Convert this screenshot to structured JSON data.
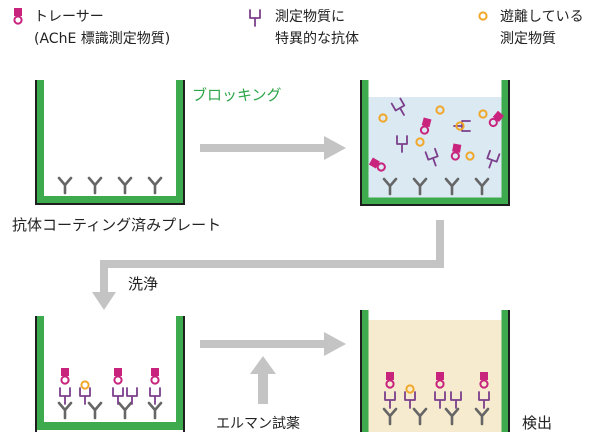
{
  "legend": {
    "tracer": {
      "line1": "トレーサー",
      "line2": "(AChE 標識測定物質)"
    },
    "antibody": {
      "line1": "測定物質に",
      "line2": "特異的な抗体"
    },
    "free_analyte": {
      "line1": "遊離している",
      "line2": "測定物質"
    }
  },
  "labels": {
    "blocking": "ブロッキング",
    "plate": "抗体コーティング済みプレート",
    "wash": "洗浄",
    "ellman": "エルマン試薬",
    "detect": "検出"
  },
  "colors": {
    "well_green": "#3daa4e",
    "well_black": "#1e1e1e",
    "antibody_gray": "#666666",
    "antibody_purple": "#7b3f8c",
    "tracer_magenta": "#c8247e",
    "analyte_orange": "#f0a72a",
    "blocking_fill": "#dbe9f2",
    "detect_fill": "#f7ebcf",
    "arrow_gray": "#c4c4c4",
    "blocking_text": "#2fa64a"
  },
  "icons": [
    "tracer-icon",
    "antibody-icon",
    "analyte-ring-icon"
  ]
}
